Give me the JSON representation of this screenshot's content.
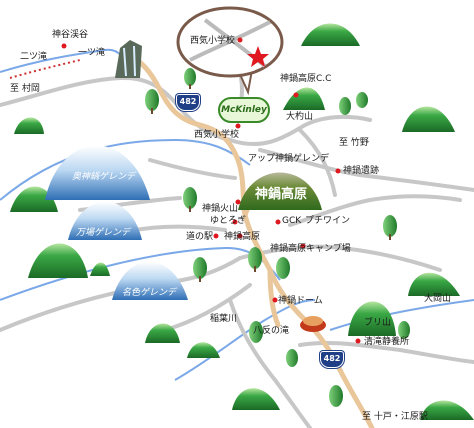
{
  "map": {
    "title_sign": "神鍋高原",
    "labels": {
      "kamitanikeikoku": "神谷渓谷",
      "futatsudaki": "二ツ滝",
      "hitotsudaki": "一ツ滝",
      "to_muraoka": "至 村岡",
      "nishikesho_inset": "西気小学校",
      "nishikesho": "西気小学校",
      "country_club": "神鍋高原C.C",
      "ozayama": "大杓山",
      "to_takeno": "至 竹野",
      "atsupu_gelande": "アップ神鍋ゲレンデ",
      "kannabe_iseki": "神鍋遺跡",
      "kannabe_kazan": "神鍋火山",
      "yukoroki": "ゆとろぎ",
      "gck": "GCK",
      "putican": "プチワイン",
      "michi_no_eki": "道の駅",
      "kannabe_kogen": "神鍋高原",
      "camp": "神鍋高原キャンプ場",
      "kannabe_dome": "神鍋ドーム",
      "inabagawa": "稲葉川",
      "hachitan_no_taki": "八反の滝",
      "burisan": "ブリ山",
      "seitaki_ryoryo": "清滝静養所",
      "oosayama": "大岡山",
      "to_toyooka": "至 十戸・江原駅",
      "minami_kannabe": "奥神鍋ゲレンデ",
      "banjo": "万場ゲレンデ",
      "nazoro": "名色ゲレンデ"
    },
    "route_number_top": "482",
    "route_number_bottom": "482",
    "logo_text": "McKinley",
    "colors": {
      "road_main": "#c9c9c9",
      "road_route": "#e8c8a0",
      "river": "#6fa0e0",
      "mountain_green": "#2d9a3a",
      "ski_slope_blue": "#3f86c8",
      "route_shield": "#1f3f86",
      "kannabe_cone": "#5a7a2a",
      "poi_dot": "#e0181f"
    }
  }
}
